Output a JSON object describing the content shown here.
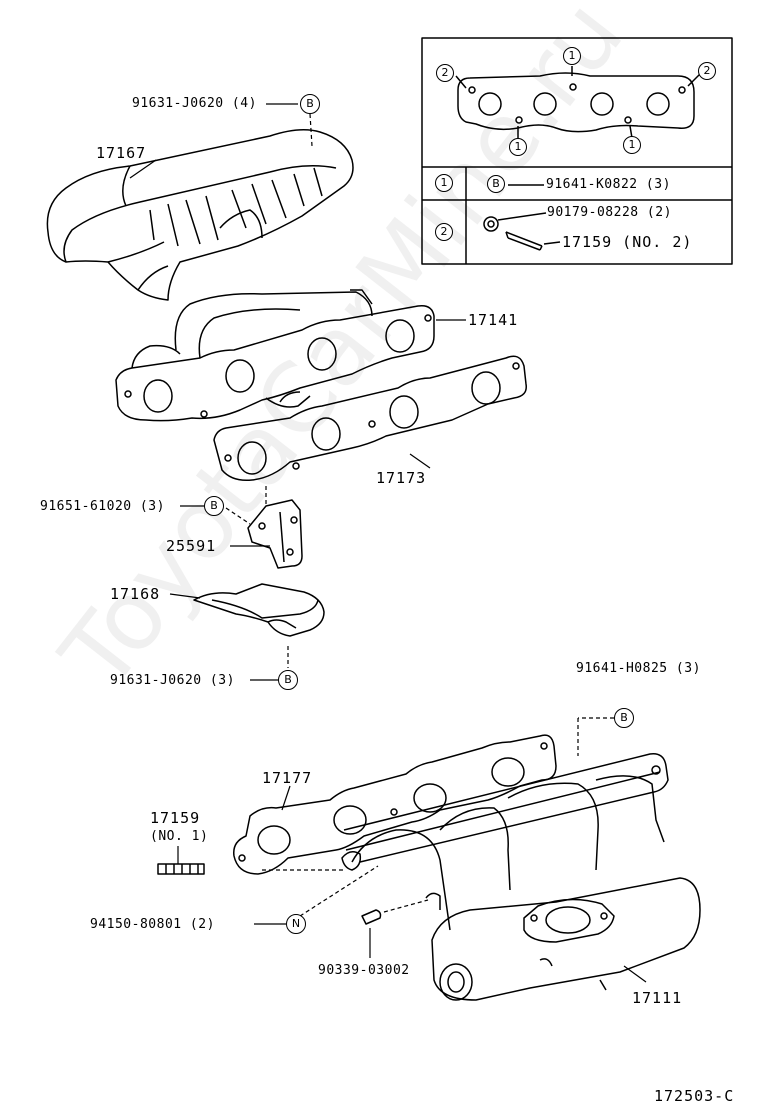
{
  "watermark": "ToyotaCarMine.ru",
  "diagram_code": "172503-C",
  "legend": {
    "gasket_callouts": [
      "1",
      "2"
    ],
    "rows": [
      {
        "key": "1",
        "badge": "B",
        "part": "91641-K0822 (3)"
      },
      {
        "key": "2",
        "items": [
          "90179-08228 (2)",
          "17159 (NO. 2)"
        ]
      }
    ]
  },
  "badge_letters": {
    "b": "B",
    "n": "N"
  },
  "labels": {
    "p91631_top": "91631-J0620 (4)",
    "p17167": "17167",
    "p17141": "17141",
    "p17173": "17173",
    "p91651": "91651-61020 (3)",
    "p25591": "25591",
    "p17168": "17168",
    "p91631_bot": "91631-J0620 (3)",
    "p91641_h": "91641-H0825 (3)",
    "p17177": "17177",
    "p17159": "17159",
    "p17159_no": "(NO. 1)",
    "p94150": "94150-80801 (2)",
    "p90339": "90339-03002",
    "p17111": "17111"
  }
}
